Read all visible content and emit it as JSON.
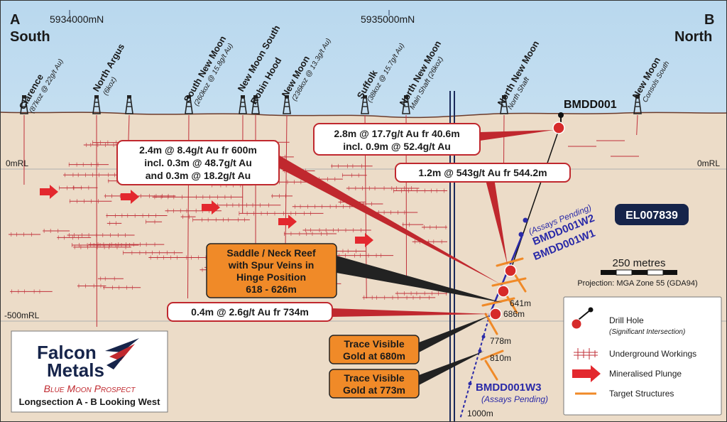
{
  "section": {
    "left_letter": "A",
    "left_dir": "South",
    "right_letter": "B",
    "right_dir": "North",
    "northing_labels": [
      "5934000mN",
      "5935000mN"
    ],
    "rl_labels": [
      "0mRL",
      "0mRL",
      "-500mRL"
    ]
  },
  "mines": [
    {
      "name": "Clarence",
      "detail": "(87koz @ 22g/t Au)"
    },
    {
      "name": "North Argus",
      "detail": "(6koz)"
    },
    {
      "name": "South New Moon",
      "detail": "(260koz @ 15.8g/t Au)"
    },
    {
      "name": "New Moon South",
      "detail": ""
    },
    {
      "name": "Robin Hood",
      "detail": ""
    },
    {
      "name": "New Moon",
      "detail": "(236koz @ 13.3g/t Au)"
    },
    {
      "name": "Suffolk",
      "detail": "(38koz @ 15.7g/t Au)"
    },
    {
      "name": "North New Moon",
      "detail": "Main Shaft (26koz)"
    },
    {
      "name": "North New Moon",
      "detail": "North Shaft"
    },
    {
      "name": "New Moon",
      "detail": "Consols South"
    }
  ],
  "drill": {
    "collar": "BMDD001",
    "w2_pending": "(Assays Pending)",
    "w2": "BMDD001W2",
    "w1": "BMDD001W1",
    "w3": "BMDD001W3",
    "w3_pending": "(Assays Pending)",
    "depths": [
      "641m",
      "686m",
      "778m",
      "810m",
      "1000m"
    ]
  },
  "callouts": {
    "c1": [
      "2.8m @ 17.7g/t Au fr 40.6m",
      "incl. 0.9m @ 52.4g/t Au"
    ],
    "c2": [
      "2.4m @ 8.4g/t Au fr 600m",
      "incl. 0.3m @ 48.7g/t Au",
      "and 0.3m @ 18.2g/t Au"
    ],
    "c3": [
      "1.2m @ 543g/t Au fr 544.2m"
    ],
    "c4": [
      "0.4m @ 2.6g/t Au fr 734m"
    ],
    "orange1": [
      "Saddle / Neck Reef",
      "with Spur Veins in",
      "Hinge Position",
      "618 - 626m"
    ],
    "orange2": [
      "Trace Visible",
      "Gold at 680m"
    ],
    "orange3": [
      "Trace Visible",
      "Gold at 773m"
    ]
  },
  "tenement": "EL007839",
  "scale": {
    "label": "250 metres",
    "projection": "Projection: MGA Zone 55 (GDA94)"
  },
  "legend": {
    "drill_hole": "Drill Hole",
    "drill_hole_sub": "(Significant Intersection)",
    "workings": "Underground Workings",
    "plunge": "Mineralised Plunge",
    "targets": "Target Structures"
  },
  "logo": {
    "line1": "Falcon",
    "line2": "Metals",
    "prospect": "Blue Moon Prospect",
    "subtitle": "Longsection A - B Looking West"
  },
  "colors": {
    "sky": "#c8e0f0",
    "ground": "#ecdcc8",
    "red": "#c8202a",
    "navy": "#1a2a5a",
    "blue": "#2a2aa8",
    "orange": "#f08a28",
    "callout_red": "#c0282e"
  }
}
